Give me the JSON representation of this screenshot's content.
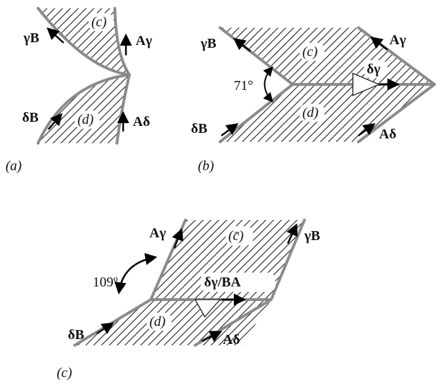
{
  "panel_a": {
    "region_top": "(c)",
    "region_bottom": "(d)",
    "vec_top_left": "γB",
    "vec_top_right": "Aγ",
    "vec_bottom_left": "δB",
    "vec_bottom_right": "Aδ",
    "caption": "(a)"
  },
  "panel_b": {
    "region_top": "(c)",
    "region_bottom": "(d)",
    "vec_top_left": "γB",
    "vec_top_right": "Aγ",
    "vec_bottom_left": "δB",
    "vec_bottom_right": "Aδ",
    "vec_mid": "δγ",
    "angle": "71°",
    "caption": "(b)"
  },
  "panel_c": {
    "region_top": "(c̄)",
    "region_bottom": "(d)",
    "vec_top_left": "Aγ",
    "vec_top_right": "γB",
    "vec_bottom_left": "δB",
    "vec_bottom_right": "Aδ",
    "vec_mid": "δγ/BA",
    "angle": "109º",
    "caption": "(c)"
  },
  "colors": {
    "boundary": "#8a8a8a",
    "hatch": "#1a1a1a",
    "text": "#111111"
  }
}
